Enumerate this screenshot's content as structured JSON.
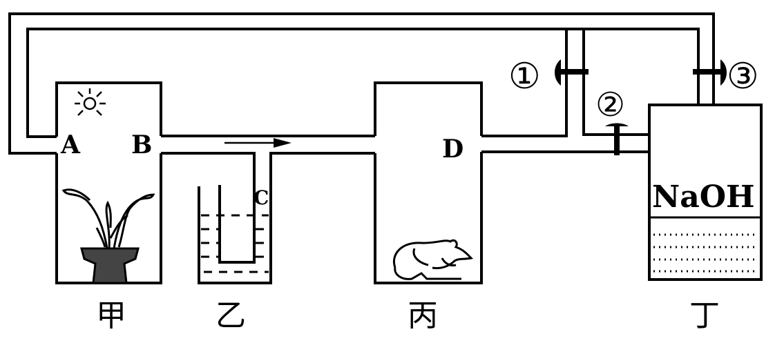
{
  "labels": {
    "A": "A",
    "B": "B",
    "C": "C",
    "D": "D",
    "naoh": "NaOH",
    "jia": "甲",
    "yi": "乙",
    "bing": "丙",
    "ding": "丁",
    "valve1": "①",
    "valve2": "②",
    "valve3": "③"
  },
  "icons": {
    "light": "sun-icon",
    "plant": "potted-plant-icon",
    "animal": "mouse-icon",
    "valve": "clamp-valve-icon",
    "flow": "arrow-right-icon"
  },
  "colors": {
    "stroke": "#000000",
    "pot": "#444444",
    "background": "#ffffff"
  }
}
